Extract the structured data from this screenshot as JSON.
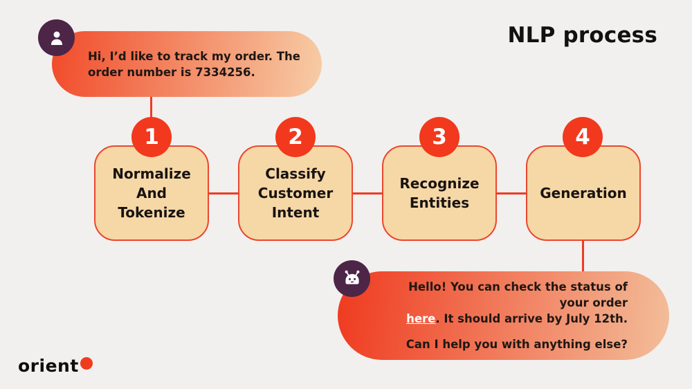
{
  "title": "NLP process",
  "user_bubble": {
    "message": "Hi, I’d like to track my order. The order number is 7334256."
  },
  "bot_bubble": {
    "line1": "Hello! You can check the status of your order",
    "link_text": "here",
    "line2_rest": ". It should arrive by July 12th.",
    "question": "Can I help you with anything else?"
  },
  "steps": [
    {
      "number": "1",
      "label": "Normalize\nAnd\nTokenize"
    },
    {
      "number": "2",
      "label": "Classify\nCustomer\nIntent"
    },
    {
      "number": "3",
      "label": "Recognize\nEntities"
    },
    {
      "number": "4",
      "label": "Generation"
    }
  ],
  "logo": {
    "text": "orient"
  },
  "colors": {
    "background": "#F1F0EE",
    "accent_red": "#F2381D",
    "line_red": "#EE3B24",
    "box_border": "#E9472E",
    "box_fill": "#F6D7A6",
    "avatar_purple": "#4C2547",
    "user_grad_start": "#F14B2A",
    "user_grad_end": "#F6CDA6",
    "bot_grad_start": "#EF3A1F",
    "bot_grad_end": "#F3BE9A",
    "text_dark": "#1F1713",
    "link_color": "#FFFFFF"
  }
}
